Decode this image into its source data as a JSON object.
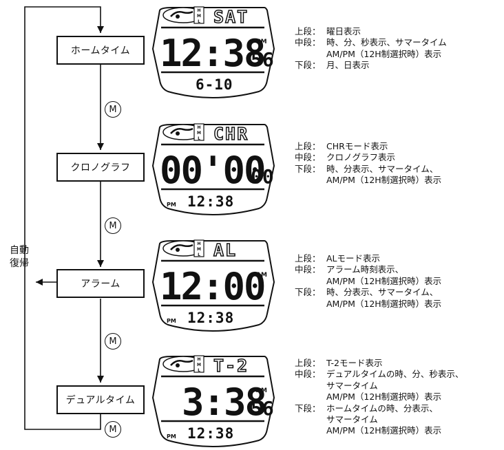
{
  "modes": [
    {
      "label": "ホームタイム"
    },
    {
      "label": "クロノグラフ"
    },
    {
      "label": "アラーム"
    },
    {
      "label": "デュアルタイム"
    }
  ],
  "button_label": "M",
  "auto_return_label": [
    "自動",
    "復帰"
  ],
  "displays": [
    {
      "top": "SAT",
      "main": "12:38",
      "sec": "56",
      "ampm_right": "PM",
      "ampm_left": "",
      "bottom": "6-10"
    },
    {
      "top": "CHR",
      "main": "00'00",
      "sec": "00",
      "ampm_right": "",
      "ampm_left": "PM",
      "bottom": "12:38"
    },
    {
      "top": "AL",
      "main": "12:00",
      "sec": "",
      "ampm_right": "AM",
      "ampm_left": "PM",
      "bottom": "12:38"
    },
    {
      "top": "T-2",
      "main": "3:38",
      "sec": "56",
      "ampm_right": "AM",
      "ampm_left": "PM",
      "bottom": "12:38"
    }
  ],
  "descriptions": [
    {
      "rows": [
        {
          "key": "上段：",
          "text": "曜日表示"
        },
        {
          "key": "中段：",
          "text": "時、分、秒表示、サマータイム"
        },
        {
          "key": "",
          "text": "AM/PM（12H制選択時）表示"
        },
        {
          "key": "下段：",
          "text": "月、日表示"
        }
      ]
    },
    {
      "rows": [
        {
          "key": "上段：",
          "text": "CHRモード表示"
        },
        {
          "key": "中段：",
          "text": "クロノグラフ表示"
        },
        {
          "key": "下段：",
          "text": "時、分表示、サマータイム、"
        },
        {
          "key": "",
          "text": "AM/PM（12H制選択時）表示"
        }
      ]
    },
    {
      "rows": [
        {
          "key": "上段：",
          "text": "ALモード表示"
        },
        {
          "key": "中段：",
          "text": "アラーム時刻表示、"
        },
        {
          "key": "",
          "text": "AM/PM（12H制選択時）表示"
        },
        {
          "key": "下段：",
          "text": "時、分表示、サマータイム、"
        },
        {
          "key": "",
          "text": "AM/PM（12H制選択時）表示"
        }
      ]
    },
    {
      "rows": [
        {
          "key": "上段：",
          "text": "T-2モード表示"
        },
        {
          "key": "中段：",
          "text": "デュアルタイムの時、分、秒表示、"
        },
        {
          "key": "",
          "text": "サマータイム"
        },
        {
          "key": "",
          "text": "AM/PM（12H制選択時）表示"
        },
        {
          "key": "下段：",
          "text": "ホームタイムの時、分表示、"
        },
        {
          "key": "",
          "text": "サマータイム"
        },
        {
          "key": "",
          "text": "AM/PM（12H制選択時）表示"
        }
      ]
    }
  ]
}
